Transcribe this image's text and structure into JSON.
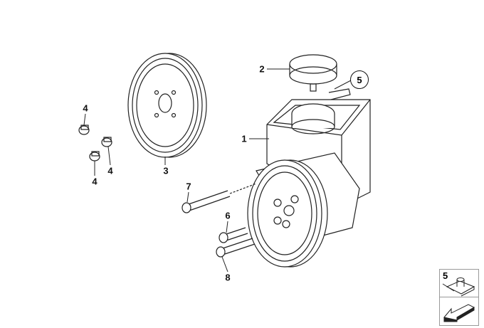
{
  "diagram": {
    "callouts": [
      {
        "id": "c1",
        "text": "1"
      },
      {
        "id": "c2",
        "text": "2"
      },
      {
        "id": "c3",
        "text": "3"
      },
      {
        "id": "c4a",
        "text": "4"
      },
      {
        "id": "c4b",
        "text": "4"
      },
      {
        "id": "c4c",
        "text": "4"
      },
      {
        "id": "c5",
        "text": "5"
      },
      {
        "id": "c6",
        "text": "6"
      },
      {
        "id": "c7",
        "text": "7"
      },
      {
        "id": "c8",
        "text": "8"
      }
    ],
    "legend": {
      "item_number": "5"
    }
  }
}
